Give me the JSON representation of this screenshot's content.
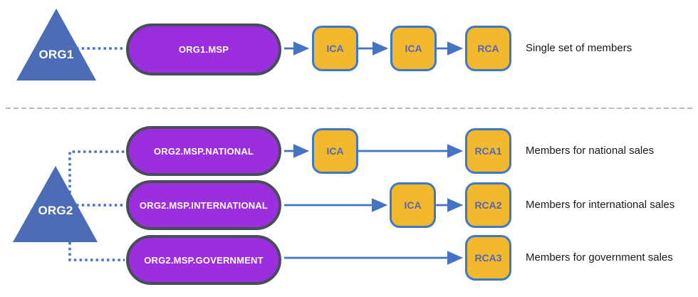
{
  "colors": {
    "triangle_fill": "#4C6DB6",
    "connector_blue": "#4472C4",
    "pill_fill": "#9B2FDE",
    "pill_border": "#464E58",
    "ca_box_fill": "#F2B92E",
    "ca_box_border": "#3E79C7",
    "ca_box_text": "#5667B2",
    "caption_text": "#1A1A1A",
    "divider_gray": "#A6A6A6"
  },
  "top_group": {
    "org": {
      "label": "ORG1"
    },
    "msp": {
      "label": "ORG1.MSP"
    },
    "cas": [
      "ICA",
      "ICA",
      "RCA"
    ],
    "caption": "Single set of members"
  },
  "bottom_group": {
    "org": {
      "label": "ORG2"
    },
    "rows": [
      {
        "msp": "ORG2.MSP.NATIONAL",
        "cas": [
          "ICA",
          "RCA1"
        ],
        "caption": "Members for national sales"
      },
      {
        "msp": "ORG2.MSP.INTERNATIONAL",
        "cas": [
          "ICA",
          "RCA2"
        ],
        "caption": "Members for international sales"
      },
      {
        "msp": "ORG2.MSP.GOVERNMENT",
        "cas": [
          "RCA3"
        ],
        "caption": "Members for government sales"
      }
    ]
  }
}
